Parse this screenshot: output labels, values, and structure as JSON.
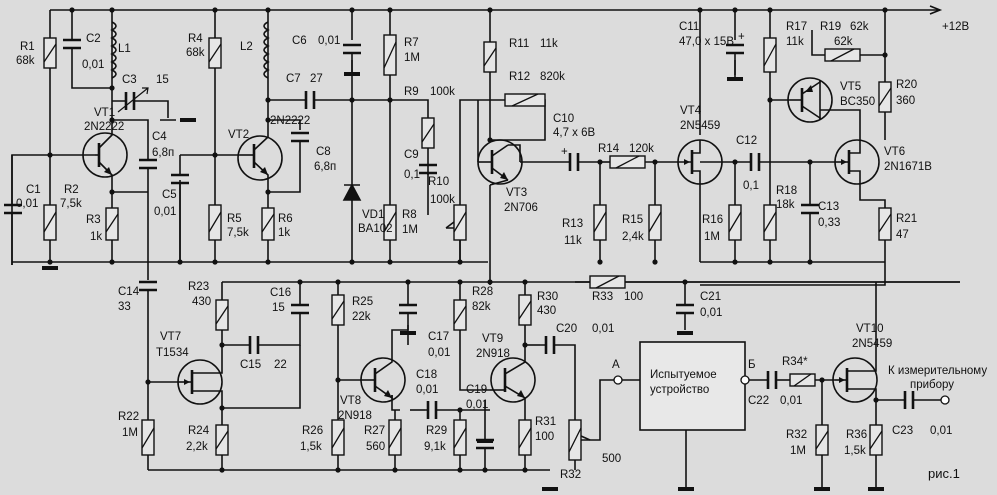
{
  "supply": "+12В",
  "figure": "рис.1",
  "resistors": [
    {
      "id": "R1",
      "ref": "R1",
      "value": "68k"
    },
    {
      "id": "R2",
      "ref": "R2",
      "value": "7,5k"
    },
    {
      "id": "R3",
      "ref": "R3",
      "value": "1k"
    },
    {
      "id": "R4",
      "ref": "R4",
      "value": "68k"
    },
    {
      "id": "R5",
      "ref": "R5",
      "value": "7,5k"
    },
    {
      "id": "R6",
      "ref": "R6",
      "value": "1k"
    },
    {
      "id": "R7",
      "ref": "R7",
      "value": "1M"
    },
    {
      "id": "R8",
      "ref": "R8",
      "value": "1M"
    },
    {
      "id": "R9",
      "ref": "R9",
      "value": "100k"
    },
    {
      "id": "R10",
      "ref": "R10",
      "value": "100k"
    },
    {
      "id": "R11",
      "ref": "R11",
      "value": "11k"
    },
    {
      "id": "R12",
      "ref": "R12",
      "value": "820k"
    },
    {
      "id": "R13",
      "ref": "R13",
      "value": "11k"
    },
    {
      "id": "R14",
      "ref": "R14",
      "value": "120k"
    },
    {
      "id": "R15",
      "ref": "R15",
      "value": "2,4k"
    },
    {
      "id": "R16",
      "ref": "R16",
      "value": "1M"
    },
    {
      "id": "R17",
      "ref": "R17",
      "value": "11k"
    },
    {
      "id": "R18",
      "ref": "R18",
      "value": "18k"
    },
    {
      "id": "R19",
      "ref": "R19",
      "value": "62k"
    },
    {
      "id": "R20",
      "ref": "R20",
      "value": "360"
    },
    {
      "id": "R21",
      "ref": "R21",
      "value": "47"
    },
    {
      "id": "R22",
      "ref": "R22",
      "value": "1M"
    },
    {
      "id": "R23",
      "ref": "R23",
      "value": "430"
    },
    {
      "id": "R24",
      "ref": "R24",
      "value": "2,2k"
    },
    {
      "id": "R25",
      "ref": "R25",
      "value": "22k"
    },
    {
      "id": "R26",
      "ref": "R26",
      "value": "1,5k"
    },
    {
      "id": "R27",
      "ref": "R27",
      "value": "560"
    },
    {
      "id": "R28",
      "ref": "R28",
      "value": "82k"
    },
    {
      "id": "R29",
      "ref": "R29",
      "value": "9,1k"
    },
    {
      "id": "R30",
      "ref": "R30",
      "value": "430"
    },
    {
      "id": "R31",
      "ref": "R31",
      "value": "100"
    },
    {
      "id": "R32",
      "ref": "R32",
      "value": "500"
    },
    {
      "id": "R32b",
      "ref": "R32",
      "value": "1M"
    },
    {
      "id": "R33",
      "ref": "R33",
      "value": "100"
    },
    {
      "id": "R34",
      "ref": "R34*",
      "value": "0,01"
    },
    {
      "id": "R36",
      "ref": "R36",
      "value": "1,5k"
    }
  ],
  "capacitors": [
    {
      "id": "C1",
      "ref": "C1",
      "value": "0,01"
    },
    {
      "id": "C2",
      "ref": "C2",
      "value": "0,01"
    },
    {
      "id": "C3",
      "ref": "C3",
      "value": "15"
    },
    {
      "id": "C4",
      "ref": "C4",
      "value": "6,8п"
    },
    {
      "id": "C5",
      "ref": "C5",
      "value": "0,01"
    },
    {
      "id": "C6",
      "ref": "C6",
      "value": "0,01"
    },
    {
      "id": "C7",
      "ref": "C7",
      "value": "27"
    },
    {
      "id": "C8",
      "ref": "C8",
      "value": "6,8п"
    },
    {
      "id": "C9",
      "ref": "C9",
      "value": "0,1"
    },
    {
      "id": "C10",
      "ref": "C10",
      "value": "4,7 х 6В"
    },
    {
      "id": "C11",
      "ref": "C11",
      "value": "47,0 х 15В"
    },
    {
      "id": "C12",
      "ref": "C12",
      "value": "0,1"
    },
    {
      "id": "C13",
      "ref": "C13",
      "value": "0,33"
    },
    {
      "id": "C14",
      "ref": "C14",
      "value": "33"
    },
    {
      "id": "C15",
      "ref": "C15",
      "value": "22"
    },
    {
      "id": "C16",
      "ref": "C16",
      "value": "15"
    },
    {
      "id": "C17",
      "ref": "C17",
      "value": "0,01"
    },
    {
      "id": "C18",
      "ref": "C18",
      "value": "0,01"
    },
    {
      "id": "C19",
      "ref": "C19",
      "value": "0,01"
    },
    {
      "id": "C20",
      "ref": "C20",
      "value": "0,01"
    },
    {
      "id": "C21",
      "ref": "C21",
      "value": "0,01"
    },
    {
      "id": "C22",
      "ref": "C22",
      "value": ""
    },
    {
      "id": "C23",
      "ref": "C23",
      "value": "0,01"
    }
  ],
  "inductors": [
    {
      "id": "L1",
      "ref": "L1"
    },
    {
      "id": "L2",
      "ref": "L2"
    }
  ],
  "transistors": [
    {
      "id": "VT1",
      "ref": "VT1",
      "type": "2N2222"
    },
    {
      "id": "VT2",
      "ref": "VT2",
      "type": "2N2222"
    },
    {
      "id": "VT3",
      "ref": "VT3",
      "type": "2N706"
    },
    {
      "id": "VT4",
      "ref": "VT4",
      "type": "2N5459"
    },
    {
      "id": "VT5",
      "ref": "VT5",
      "type": "BC350"
    },
    {
      "id": "VT6",
      "ref": "VT6",
      "type": "2N1671B"
    },
    {
      "id": "VT7",
      "ref": "VT7",
      "type": "T1534"
    },
    {
      "id": "VT8",
      "ref": "VT8",
      "type": "2N918"
    },
    {
      "id": "VT9",
      "ref": "VT9",
      "type": "2N918"
    },
    {
      "id": "VT10",
      "ref": "VT10",
      "type": "2N5459"
    }
  ],
  "diode": {
    "ref": "VD1",
    "type": "BA102"
  },
  "dut": {
    "line1": "Испытуемое",
    "line2": "устройство",
    "port_a": "А",
    "port_b": "Б"
  },
  "output_label": {
    "line1": "К измерительному",
    "line2": "прибору"
  }
}
